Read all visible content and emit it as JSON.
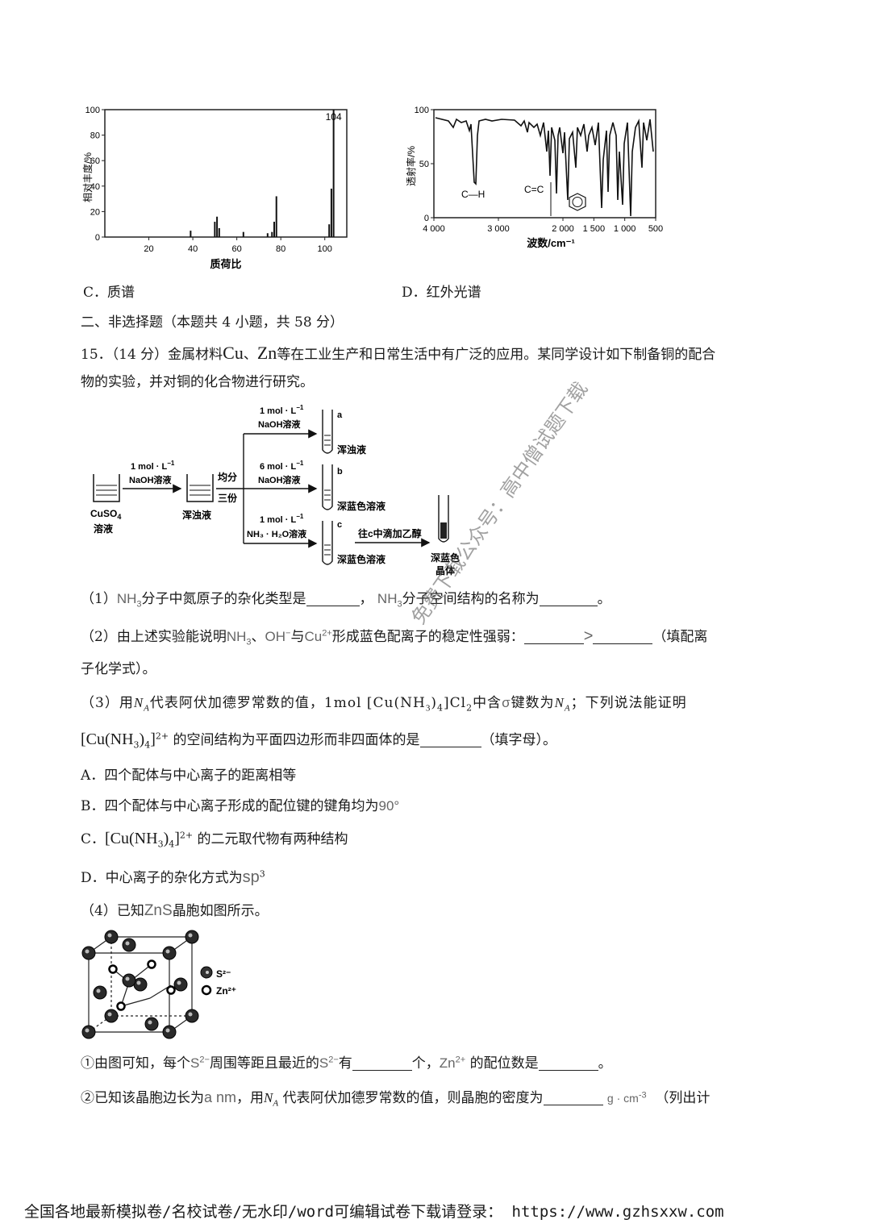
{
  "charts": [
    {
      "type": "bar",
      "xlabel": "质荷比",
      "ylabel": "相对丰度/%",
      "xlim": [
        0,
        110
      ],
      "ylim": [
        0,
        100
      ],
      "xticks": [
        20,
        40,
        60,
        80,
        100
      ],
      "yticks": [
        0,
        20,
        40,
        60,
        80,
        100
      ],
      "peak_label": "104",
      "points": [
        {
          "x": 39,
          "y": 5
        },
        {
          "x": 50,
          "y": 12
        },
        {
          "x": 51,
          "y": 16
        },
        {
          "x": 52,
          "y": 7
        },
        {
          "x": 63,
          "y": 4
        },
        {
          "x": 74,
          "y": 3
        },
        {
          "x": 76,
          "y": 4
        },
        {
          "x": 77,
          "y": 12
        },
        {
          "x": 78,
          "y": 32
        },
        {
          "x": 102,
          "y": 10
        },
        {
          "x": 103,
          "y": 38
        },
        {
          "x": 104,
          "y": 100
        }
      ]
    },
    {
      "type": "line",
      "xlabel": "波数/cm⁻¹",
      "ylabel": "透射率/%",
      "xlim": [
        4000,
        400
      ],
      "ylim": [
        0,
        100
      ],
      "xticks": [
        "4 000",
        "3 000",
        "2 000",
        "1 500",
        "1 000",
        "500"
      ],
      "yticks": [
        "0",
        "50",
        "100"
      ],
      "annotations": [
        "C—H",
        "C=C"
      ]
    }
  ],
  "question": {
    "option_c": "C．质谱",
    "option_d": "D．红外光谱",
    "section": "二、非选择题（本题共 4 小题，共 58 分）",
    "q15_line1_a": "15．（14 分）金属材料",
    "cu": "Cu",
    "sep": "、",
    "zn": "Zn",
    "q15_line1_b": "等在工业生产和日常生活中有广泛的应用。某同学设计如下制备铜的配合",
    "q15_line2": "物的实验，并对铜的化合物进行研究。",
    "p1_a": "（1）",
    "nh3": "NH",
    "three": "3",
    "p1_b": "分子中氮原子的杂化类型是",
    "p1_c": "，",
    "p1_d": "分子空间结构的名称为",
    "p1_e": "。",
    "p2_a": "（2）由上述实验能说明",
    "oh": "OH",
    "minus": "−",
    "p2_b": "与",
    "cu2": "Cu",
    "two_plus": "2+",
    "p2_c": "形成蓝色配离子的稳定性强弱：",
    "gt": ">",
    "p2_d": "（填配离",
    "p2_line2": "子化学式）。",
    "p3_a": "（3）用",
    "na": "N",
    "na_sub": "A",
    "p3_b": "代表阿伏加德罗常数的值，1mol [Cu(NH",
    "p3_c": ")",
    "four": "4",
    "p3_d": "]Cl",
    "cl2": "2",
    "p3_e": "中含",
    "sigma": "σ",
    "p3_f": "键数为",
    "p3_g": "；下列说法能证明",
    "p3_line2_a": "[Cu(NH",
    "p3_line2_b": "的空间结构为平面四边形而非四面体的是",
    "p3_line2_c": "（填字母）。",
    "optA": "A．四个配体与中心离子的距离相等",
    "optB": "B．四个配体与中心离子形成的配位键的键角均为",
    "deg90": "90°",
    "optC_a": "C．",
    "optC_b": "的二元取代物有两种结构",
    "optD": "D．中心离子的杂化方式为",
    "sp": "sp",
    "sp3": "3",
    "p4_a": "（4）已知",
    "zns": "ZnS",
    "p4_b": "晶胞如图所示。",
    "c1_a": "①由图可知，每个",
    "s": "S",
    "s2": "2−",
    "c1_b": "周围等距且最近的",
    "c1_c": "有",
    "c1_d": "个，",
    "zn2": "Zn",
    "c1_e": "的配位数是",
    "c1_f": "。",
    "c2_a": "②已知该晶胞边长为",
    "anm": "a nm",
    "c2_b": "，用",
    "c2_c": "代表阿伏加德罗常数的值，则晶胞的密度为",
    "gcm": "g · cm",
    "m3": "-3",
    "c2_d": "（列出计"
  },
  "flow": {
    "cuso4": "CuSO",
    "cuso4_sub": "4",
    "cuso4_2": "溶液",
    "step1_top": "1 mol · L",
    "step1_sup": "−1",
    "step1_bot": "NaOH溶液",
    "turbid1": "浑浊液",
    "split1": "均分",
    "split2": "三份",
    "a_top": "1 mol · L",
    "a_bot": "NaOH溶液",
    "a_lbl": "a",
    "a_res": "浑浊液",
    "b_top": "6 mol · L",
    "b_bot": "NaOH溶液",
    "b_lbl": "b",
    "b_res": "深蓝色溶液",
    "c_top": "1 mol · L",
    "c_bot": "NH₃ · H₂O溶液",
    "c_lbl": "c",
    "c_res": "深蓝色溶液",
    "ethanol": "往c中滴加乙醇",
    "crystal1": "深蓝色",
    "crystal2": "晶体"
  },
  "crystal": {
    "legend_s": "S²⁻",
    "legend_zn": "Zn²⁺"
  },
  "watermark": "免费下载公众号：高中僧试题下载",
  "footer": "全国各地最新模拟卷/名校试卷/无水印/word可编辑试卷下载请登录： https://www.gzhsxxw.com"
}
